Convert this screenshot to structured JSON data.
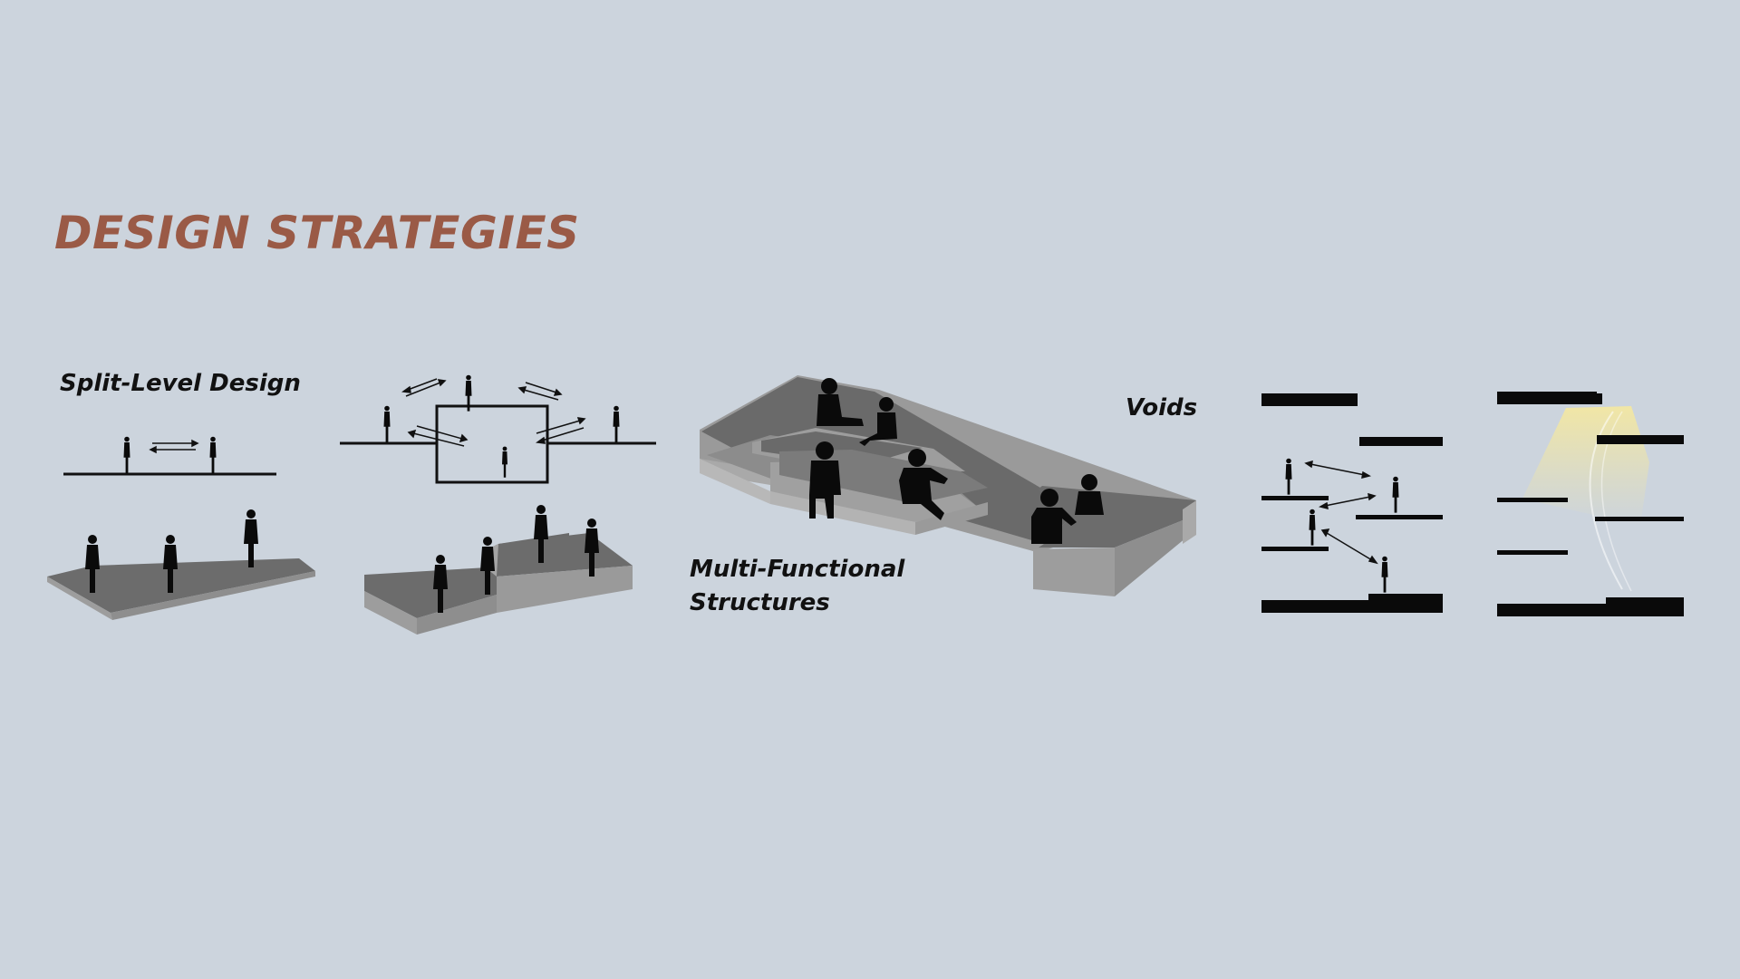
{
  "page": {
    "title": "DESIGN STRATEGIES",
    "title_color": "#9a5a46",
    "background_color": "#ccd4dd"
  },
  "sections": {
    "split_level": {
      "label": "Split-Level Design"
    },
    "multi_functional": {
      "label_line1": "Multi-Functional",
      "label_line2": "Structures"
    },
    "voids": {
      "label": "Voids"
    }
  },
  "colors": {
    "slab_top": "#6c6c6c",
    "slab_side": "#9d9d9d",
    "slab_edge": "#b8b8b8",
    "silhouette": "#0a0a0a",
    "light": "#f3e7a2"
  }
}
